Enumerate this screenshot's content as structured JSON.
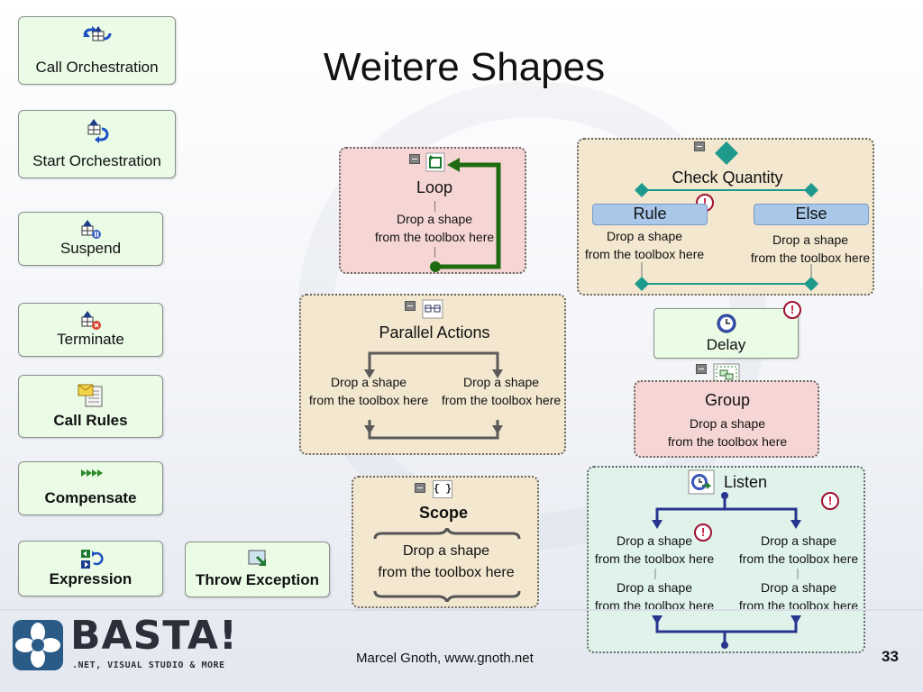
{
  "slide": {
    "title": "Weitere Shapes",
    "footer": "Marcel Gnoth, www.gnoth.net",
    "page_number": "33"
  },
  "logo": {
    "name": "BASTA!",
    "tagline": ".NET, VISUAL STUDIO & MORE"
  },
  "toolbox": [
    {
      "label": "Call Orchestration",
      "icon": "call-orchestration-icon",
      "bold": false
    },
    {
      "label": "Start Orchestration",
      "icon": "start-orchestration-icon",
      "bold": false
    },
    {
      "label": "Suspend",
      "icon": "suspend-icon",
      "bold": false
    },
    {
      "label": "Terminate",
      "icon": "terminate-icon",
      "bold": false
    },
    {
      "label": "Call Rules",
      "icon": "call-rules-icon",
      "bold": true
    },
    {
      "label": "Compensate",
      "icon": "compensate-icon",
      "bold": true
    },
    {
      "label": "Expression",
      "icon": "expression-icon",
      "bold": true
    },
    {
      "label": "Throw Exception",
      "icon": "throw-exception-icon",
      "bold": true
    }
  ],
  "drop_line1": "Drop a shape",
  "drop_line2": "from the toolbox here",
  "loop": {
    "title": "Loop"
  },
  "parallel": {
    "title": "Parallel Actions"
  },
  "scope": {
    "title": "Scope",
    "icon_text": "{ }"
  },
  "decide": {
    "title": "Check Quantity",
    "rule": "Rule",
    "else": "Else"
  },
  "delay": {
    "title": "Delay"
  },
  "group": {
    "title": "Group"
  },
  "listen": {
    "title": "Listen"
  },
  "warning_symbol": "!",
  "colors": {
    "loop_arrow": "#1f6b12",
    "diamond": "#1e9a8c",
    "branch_arrow": "#27358f",
    "parallel_arrow": "#5a5a5a"
  }
}
